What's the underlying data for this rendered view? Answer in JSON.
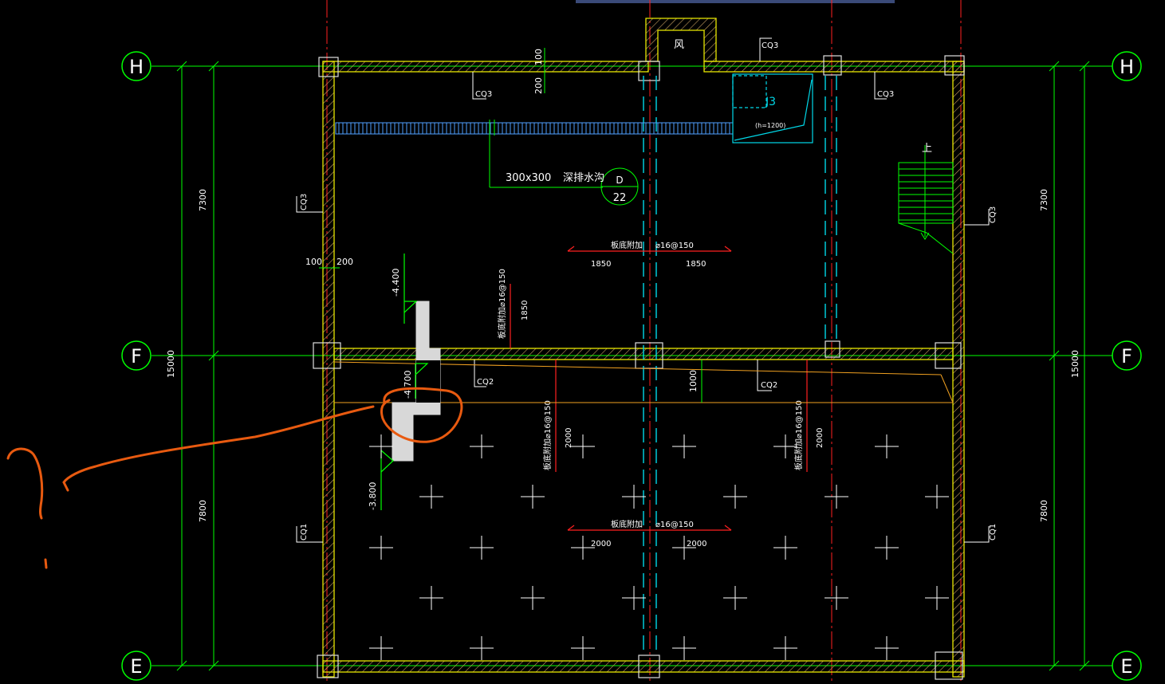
{
  "axes": {
    "left": [
      "H",
      "F",
      "E"
    ],
    "right": [
      "H",
      "F",
      "E"
    ]
  },
  "dimensions": {
    "left_upper": "7300",
    "left_lower": "7800",
    "left_total": "15000",
    "right_upper": "7300",
    "right_lower": "7800",
    "right_total": "15000",
    "top_100": "100",
    "top_200": "200",
    "wall_100": "100",
    "wall_200": "200",
    "mid_1000": "1000",
    "rebar_1850_a": "1850",
    "rebar_1850_b": "1850",
    "rebar_1850_v": "1850",
    "rebar_2000_a": "2000",
    "rebar_2000_b": "2000",
    "rebar_2000_v1": "2000",
    "rebar_2000_v2": "2000"
  },
  "labels": {
    "cq3_top_left": "CQ3",
    "cq3_top_mid": "CQ3",
    "cq3_top_right": "CQ3",
    "cq3_left": "CQ3",
    "cq3_right": "CQ3",
    "cq2_left": "CQ2",
    "cq2_right": "CQ2",
    "cq1_left": "CQ1",
    "cq1_right": "CQ1",
    "vent": "风",
    "pit_label": "J3",
    "pit_height": "(h=1200)",
    "trench_size": "300x300",
    "trench_name": "深排水沟",
    "detail_top": "D",
    "detail_num": "22",
    "stair_up": "上",
    "elev_1": "-4.400",
    "elev_2": "-4.700",
    "elev_3": "-3.800",
    "rebar_top_name": "板底附加",
    "rebar_top_spec": "⌀16@150",
    "rebar_bot_name": "板底附加",
    "rebar_bot_spec": "⌀16@150",
    "rebar_v_upper": "板底附加⌀16@150",
    "rebar_v_lower1": "板底附加⌀16@150",
    "rebar_v_lower2": "板底附加⌀16@150"
  },
  "colors": {
    "wall": "#e8e800",
    "grid": "#00ff00",
    "axis_red": "#ff2020",
    "cyan": "#00d8e8",
    "orange_markup": "#e85a10",
    "slab_orange": "#f0a020",
    "white": "#ffffff"
  }
}
